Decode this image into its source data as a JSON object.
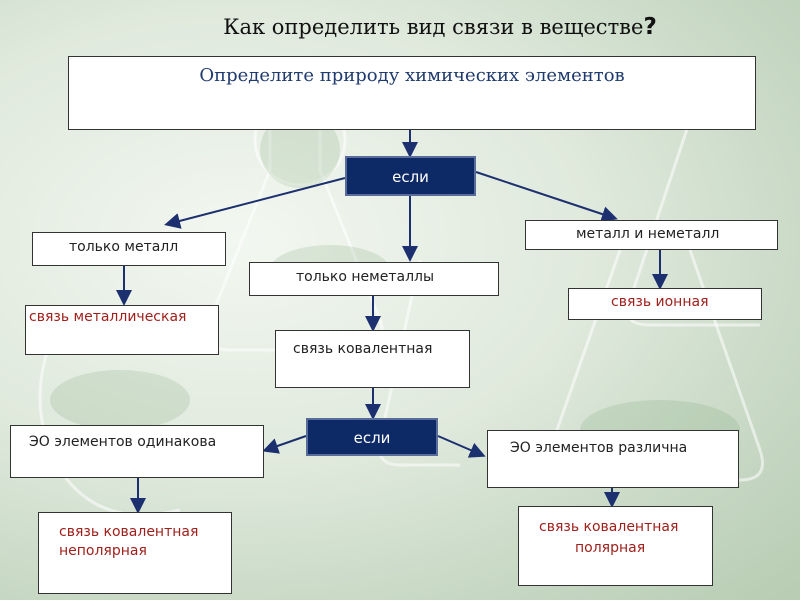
{
  "title": "Как определить вид связи в веществе",
  "title_mark": "?",
  "top_box": "Определите природу химических элементов",
  "if1": "если",
  "only_metal": "только металл",
  "only_nonmetals": "только неметаллы",
  "metal_nonmetal": "металл и неметалл",
  "bond_metallic": "связь металлическая",
  "bond_covalent": "связь ковалентная",
  "bond_ionic": "связь ионная",
  "if2": "если",
  "eo_same": "ЭО элементов одинакова",
  "eo_diff": "ЭО элементов различна",
  "covalent_nonpolar_l1": "связь ковалентная",
  "covalent_nonpolar_l2": "неполярная",
  "covalent_polar_l1": "связь ковалентная",
  "covalent_polar_l2": "полярная",
  "colors": {
    "dark_box": "#0e2a66",
    "arrow": "#1c2f6e",
    "result_text": "#a0201c"
  }
}
